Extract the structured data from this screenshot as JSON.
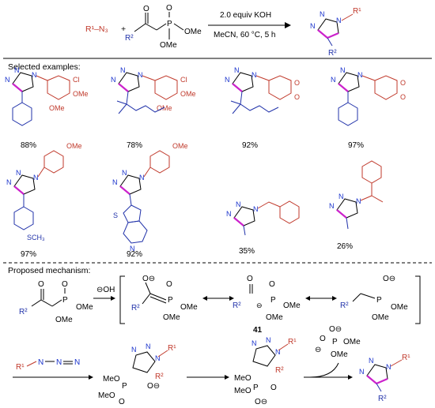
{
  "reaction": {
    "azide": "R¹–N₃",
    "plus": "+",
    "phosphonate_groups": [
      "O",
      "P",
      "O",
      "OMe",
      "OMe",
      "R²"
    ],
    "conditions_top": "2.0 equiv KOH",
    "conditions_bottom": "MeCN, 60 °C, 5 h",
    "product_substituents": [
      "R¹",
      "R²"
    ]
  },
  "examples": {
    "heading": "Selected examples:",
    "yields": [
      "88%",
      "78%",
      "92%",
      "97%",
      "97%",
      "92%",
      "35%",
      "26%"
    ],
    "substituent_labels": [
      "Cl",
      "OMe",
      "OMe",
      "Cl",
      "OMe",
      "OMe",
      "O",
      "O",
      "O",
      "O",
      "OMe",
      "SCH₃",
      "OMe",
      "S",
      "N"
    ]
  },
  "mechanism": {
    "heading": "Proposed mechanism:",
    "hydroxide": "⊖OH",
    "intermediate_label": "41",
    "labels": [
      "O",
      "P",
      "OMe",
      "OMe",
      "R²",
      "O⊖",
      "P",
      "OMe",
      "OMe",
      "R²"
    ],
    "azide_chain": [
      "R¹",
      "N",
      "N",
      "N"
    ],
    "byproduct": [
      "O⊖",
      "O⊖",
      "P",
      "OMe",
      "OMe"
    ],
    "ring_labels": [
      "MeO",
      "MeO",
      "P",
      "O",
      "O",
      "R¹",
      "R²"
    ]
  },
  "colors": {
    "r_group_red": "#c0392b",
    "r_group_blue": "#2233aa",
    "nitrogen": "#1a33cc",
    "bond_highlight": "#cc22cc"
  }
}
